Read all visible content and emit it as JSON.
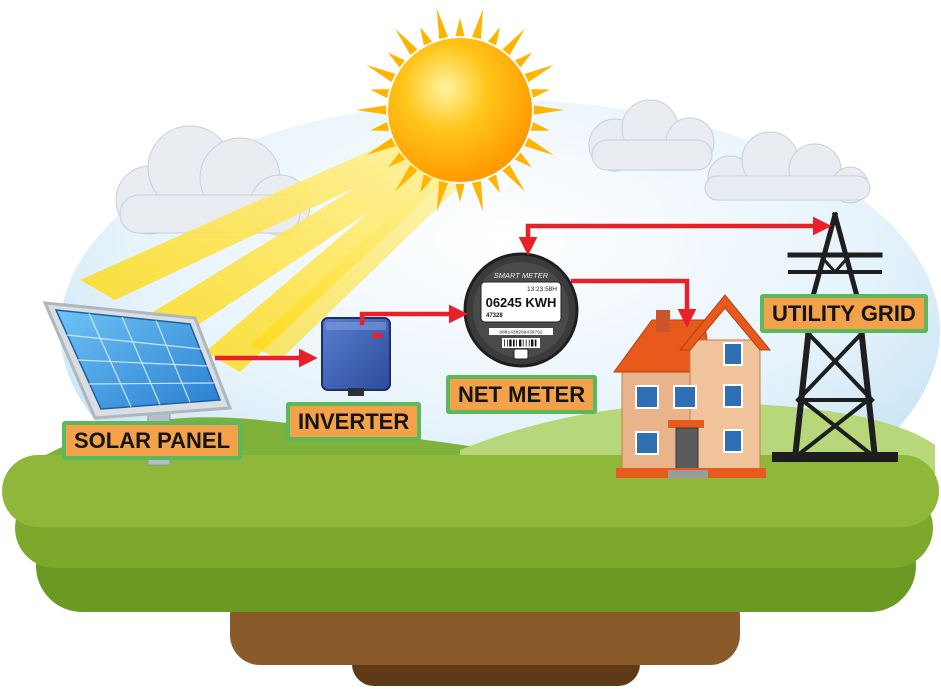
{
  "labels": {
    "solar_panel": "SOLAR PANEL",
    "inverter": "INVERTER",
    "net_meter": "NET METER",
    "utility_grid": "UTILITY GRID"
  },
  "meter": {
    "brand": "SMART METER",
    "time": "13:23:58H",
    "reading": "06245 KWH",
    "sub_reading": "47328",
    "serial": "8801430268439792"
  },
  "colors": {
    "label_bg": "#f4a24a",
    "label_border": "#5cb85c",
    "arrow": "#e8202a",
    "grass": "#8fb83a",
    "soil": "#8b5a2b",
    "sky": "#cfe8f7",
    "sun": "#ffc21a"
  },
  "icons": [
    "sun-icon",
    "cloud-icon",
    "solar-panel-icon",
    "inverter-icon",
    "smart-meter-icon",
    "house-icon",
    "transmission-tower-icon"
  ]
}
